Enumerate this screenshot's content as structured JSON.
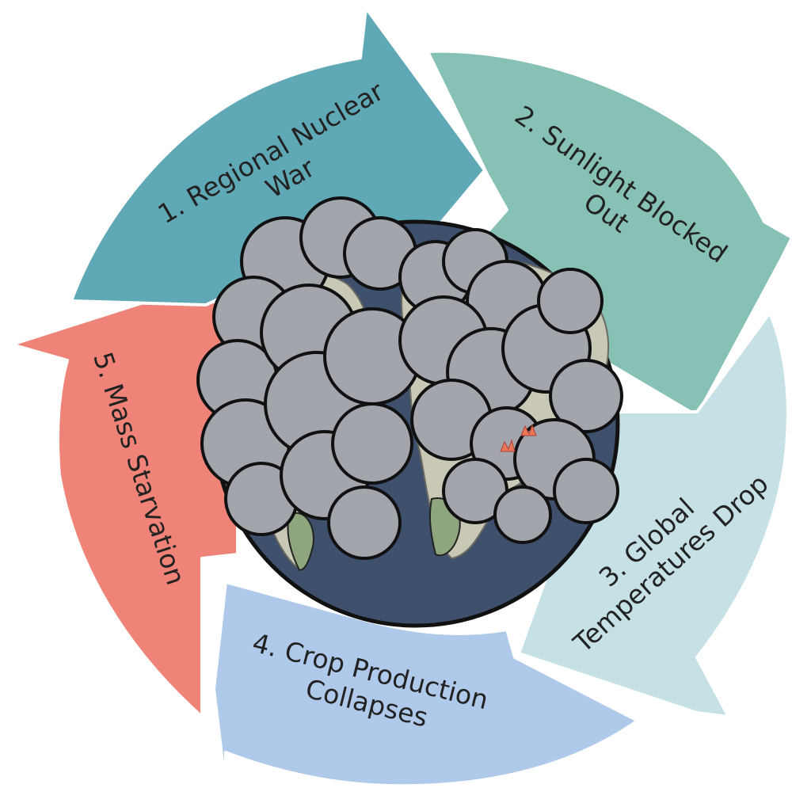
{
  "diagram": {
    "steps": [
      {
        "id": "step-1",
        "lines": [
          "1. Regional Nuclear",
          "War"
        ],
        "color": "#5fa8b5",
        "edge": "#b8dde2"
      },
      {
        "id": "step-2",
        "lines": [
          "2. Sunlight Blocked",
          "Out"
        ],
        "color": "#87c1b5",
        "edge": "#c6e3dc"
      },
      {
        "id": "step-3",
        "lines": [
          "3. Global",
          "Temperatures Drop"
        ],
        "color": "#c5e1e5",
        "edge": "#e4f1f3"
      },
      {
        "id": "step-4",
        "lines": [
          "4. Crop Production",
          "Collapses"
        ],
        "color": "#aec9ea",
        "edge": "#d6e5f5"
      },
      {
        "id": "step-5",
        "lines": [
          "5. Mass Starvation"
        ],
        "color": "#ef8377",
        "edge": "#f7c1ba"
      }
    ],
    "center": {
      "ocean_color": "#3e506c",
      "smoke_color": "#a3a5ad",
      "land_color": "#c9c7b6",
      "vegetation_color": "#8ea57e",
      "fire_color": "#e8775a"
    }
  }
}
